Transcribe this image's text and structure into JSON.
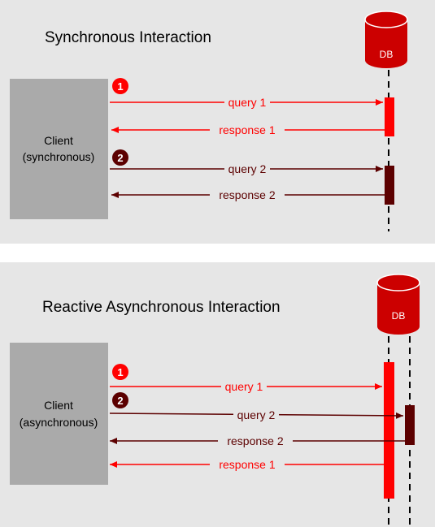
{
  "colors": {
    "panel_bg": "#e6e6e6",
    "client_box": "#aaaaaa",
    "db_red": "#cc0000",
    "query1_red": "#ff0000",
    "query2_darkred": "#5c0000"
  },
  "sync": {
    "title": "Synchronous Interaction",
    "db_label": "DB",
    "client_line1": "Client",
    "client_line2": "(synchronous)",
    "badge1": "1",
    "badge2": "2",
    "query1": "query 1",
    "response1": "response 1",
    "query2": "query 2",
    "response2": "response 2"
  },
  "async": {
    "title": "Reactive Asynchronous Interaction",
    "db_label": "DB",
    "client_line1": "Client",
    "client_line2": "(asynchronous)",
    "badge1": "1",
    "badge2": "2",
    "query1": "query 1",
    "query2": "query 2",
    "response2": "response 2",
    "response1": "response 1"
  }
}
